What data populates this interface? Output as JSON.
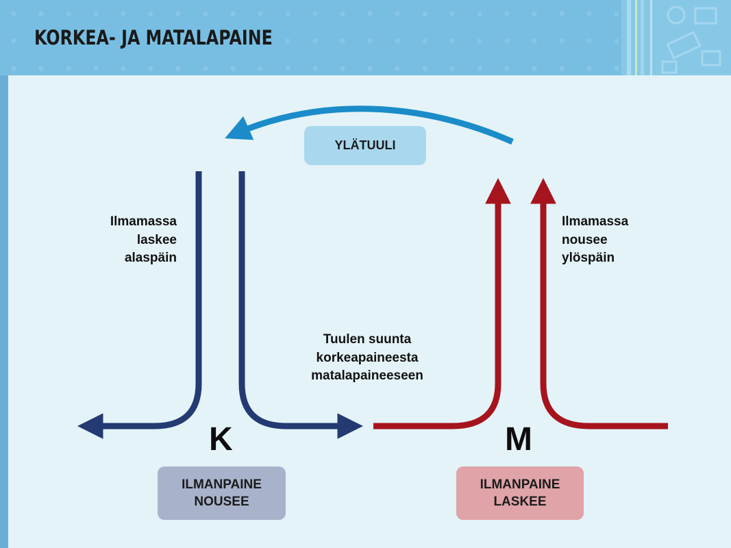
{
  "slide": {
    "title": "KORKEA- JA MATALAPAINE"
  },
  "diagram": {
    "upper_wind_label": "YLÄTUULI",
    "left_description": "Ilmamassa\nlaskee\nalaspäin",
    "right_description": "Ilmamassa\nnousee\nylöspäin",
    "center_description": "Tuulen suunta\nkorkeapaineesta\nmatalapaineeseen",
    "high_pressure_letter": "K",
    "low_pressure_letter": "M",
    "high_pressure_box": "ILMANPAINE\nNOUSEE",
    "low_pressure_box": "ILMANPAINE\nLASKEE"
  },
  "colors": {
    "header_bg": "#78bee2",
    "page_bg": "#e4f3f8",
    "descending_arrow": "#233a72",
    "ascending_arrow": "#a6141d",
    "upper_wind_arrow": "#1b8cc9",
    "high_box": "#a8b3cb",
    "low_box": "#dfa3a8",
    "upper_box": "#a9d8ee"
  }
}
